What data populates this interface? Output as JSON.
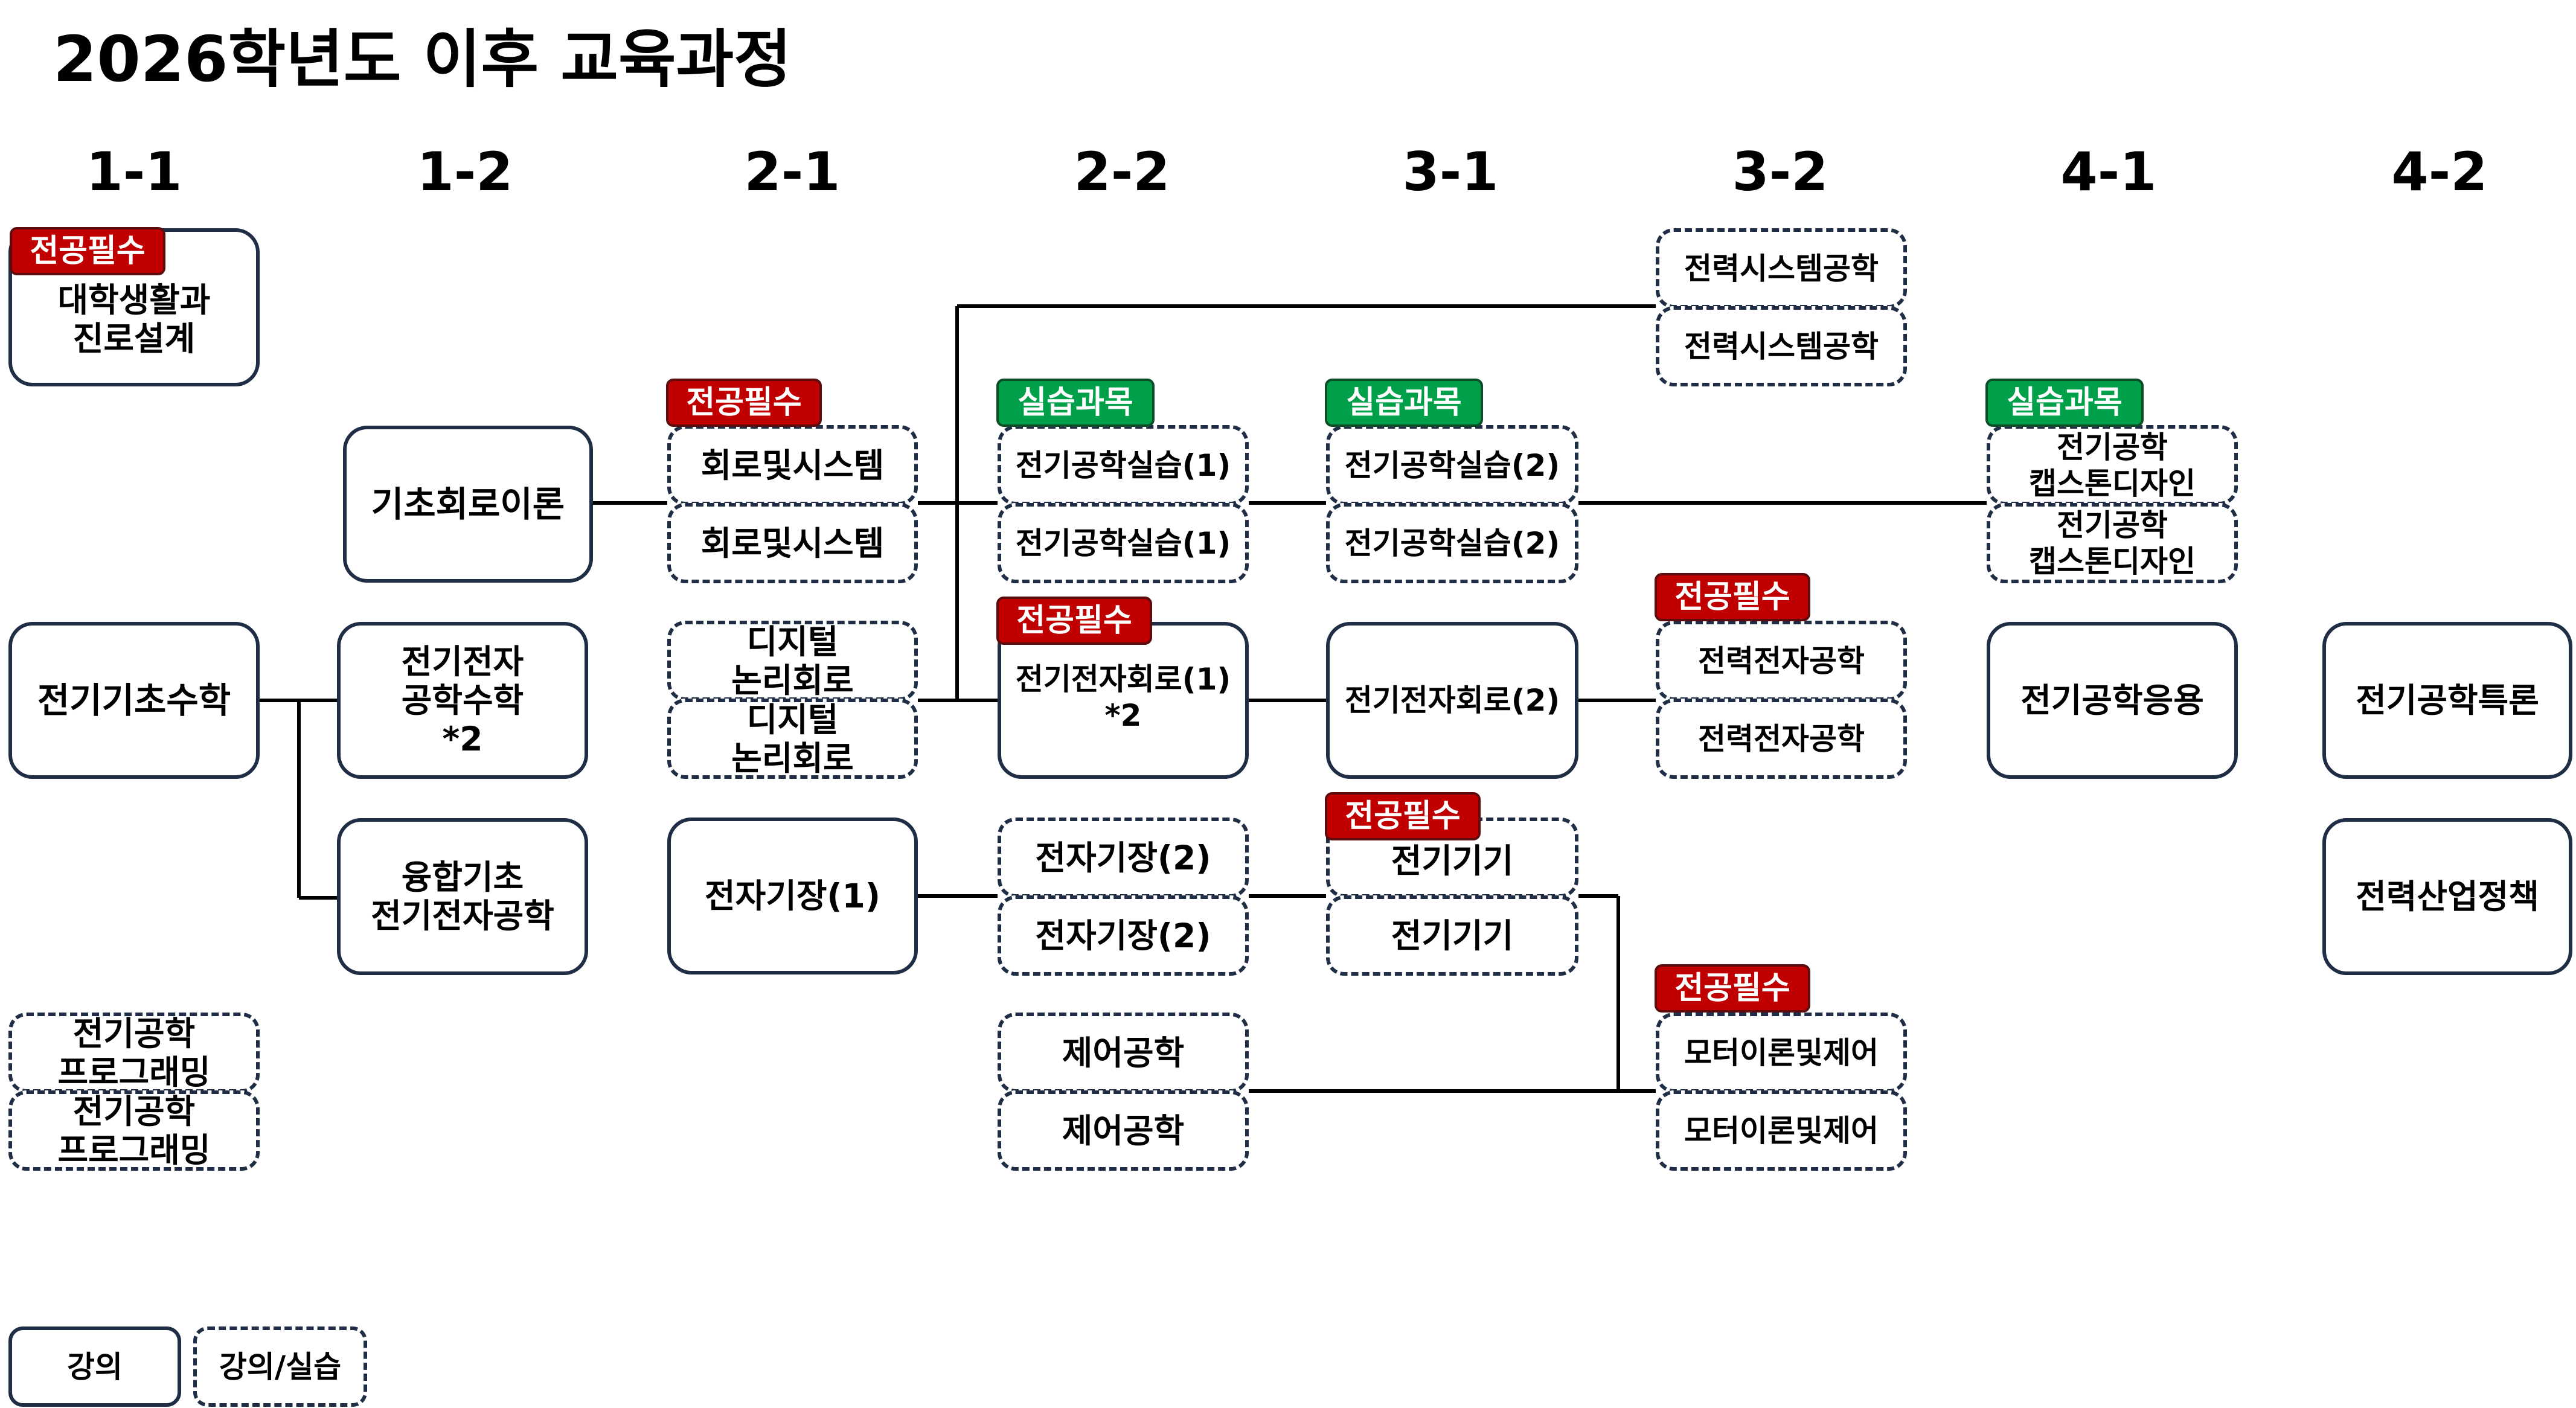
{
  "title": "2026학년도 이후 교육과정",
  "semesters": [
    "1-1",
    "1-2",
    "2-1",
    "2-2",
    "3-1",
    "3-2",
    "4-1",
    "4-2"
  ],
  "colors": {
    "border": "#1f2d45",
    "required_badge": "#c00000",
    "practice_badge": "#00a04a",
    "line": "#000000"
  },
  "badges": {
    "required": "전공필수",
    "practice": "실습과목"
  },
  "courses": {
    "c11_intro": "대학생활과\n진로설계",
    "c11_math": "전기기초수학",
    "c11_prog_a": "전기공학\n프로그래밍",
    "c11_prog_b": "전기공학\n프로그래밍",
    "c12_circuit": "기초회로이론",
    "c12_math": "전기전자\n공학수학\n*2",
    "c12_fusion": "융합기초\n전기전자공학",
    "c21_sys_a": "회로및시스템",
    "c21_sys_b": "회로및시스템",
    "c21_logic_a": "디지털\n논리회로",
    "c21_logic_b": "디지털\n논리회로",
    "c21_em": "전자기장(1)",
    "c22_lab_a": "전기공학실습(1)",
    "c22_lab_b": "전기공학실습(1)",
    "c22_circ": "전기전자회로(1)\n*2",
    "c22_em_a": "전자기장(2)",
    "c22_em_b": "전자기장(2)",
    "c22_ctrl_a": "제어공학",
    "c22_ctrl_b": "제어공학",
    "c31_lab_a": "전기공학실습(2)",
    "c31_lab_b": "전기공학실습(2)",
    "c31_circ": "전기전자회로(2)",
    "c31_mach_a": "전기기기",
    "c31_mach_b": "전기기기",
    "c32_power_a": "전력시스템공학",
    "c32_power_b": "전력시스템공학",
    "c32_pe_a": "전력전자공학",
    "c32_pe_b": "전력전자공학",
    "c32_motor_a": "모터이론및제어",
    "c32_motor_b": "모터이론및제어",
    "c41_cap_a": "전기공학\n캡스톤디자인",
    "c41_cap_b": "전기공학\n캡스톤디자인",
    "c41_app": "전기공학응용",
    "c42_special": "전기공학특론",
    "c42_policy": "전력산업정책"
  },
  "legend": {
    "lecture": "강의",
    "lecture_lab": "강의/실습"
  }
}
